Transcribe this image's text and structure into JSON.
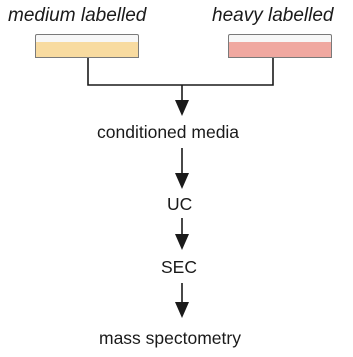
{
  "labels": {
    "medium": "medium labelled",
    "heavy": "heavy labelled",
    "conditioned": "conditioned media",
    "uc": "UC",
    "sec": "SEC",
    "mass": "mass spectometry"
  },
  "colors": {
    "medium_fill": "#f8dba0",
    "heavy_fill": "#f0a8a0",
    "line": "#1a1a1a",
    "dish_outline": "#7a7a7a"
  }
}
